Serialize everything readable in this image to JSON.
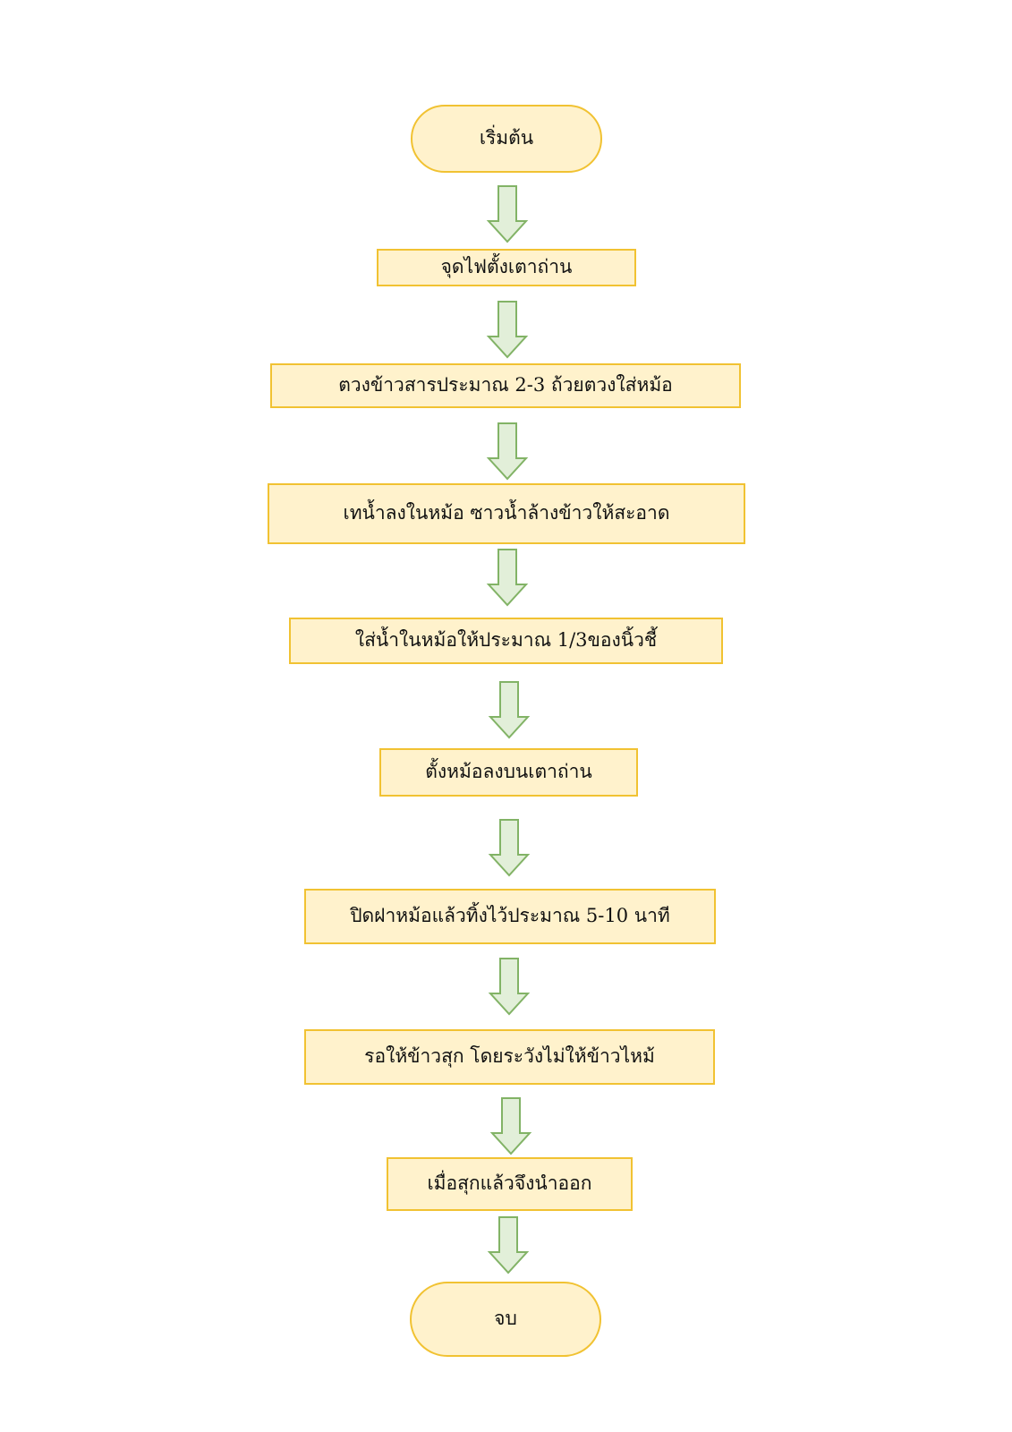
{
  "flowchart": {
    "steps": [
      "เริ่มต้น",
      "จุดไฟตั้งเตาถ่าน",
      "ตวงข้าวสารประมาณ 2-3  ถ้วยตวงใส่หม้อ",
      "เทน้ำลงในหม้อ ซาวน้ำล้างข้าวให้สะอาด",
      "ใส่น้ำในหม้อให้ประมาณ 1/3ของนิ้วชี้",
      "ตั้งหม้อลงบนเตาถ่าน",
      "ปิดฝาหม้อแล้วทิ้งไว้ประมาณ 5-10  นาที",
      "รอให้ข้าวสุก โดยระวังไม่ให้ข้าวไหม้",
      "เมื่อสุกแล้วจึงนำออก",
      "จบ"
    ]
  },
  "colors": {
    "node_fill": "#fff2cc",
    "node_border": "#f1c232",
    "arrow_fill": "#e2efd9",
    "arrow_border": "#82b366"
  }
}
